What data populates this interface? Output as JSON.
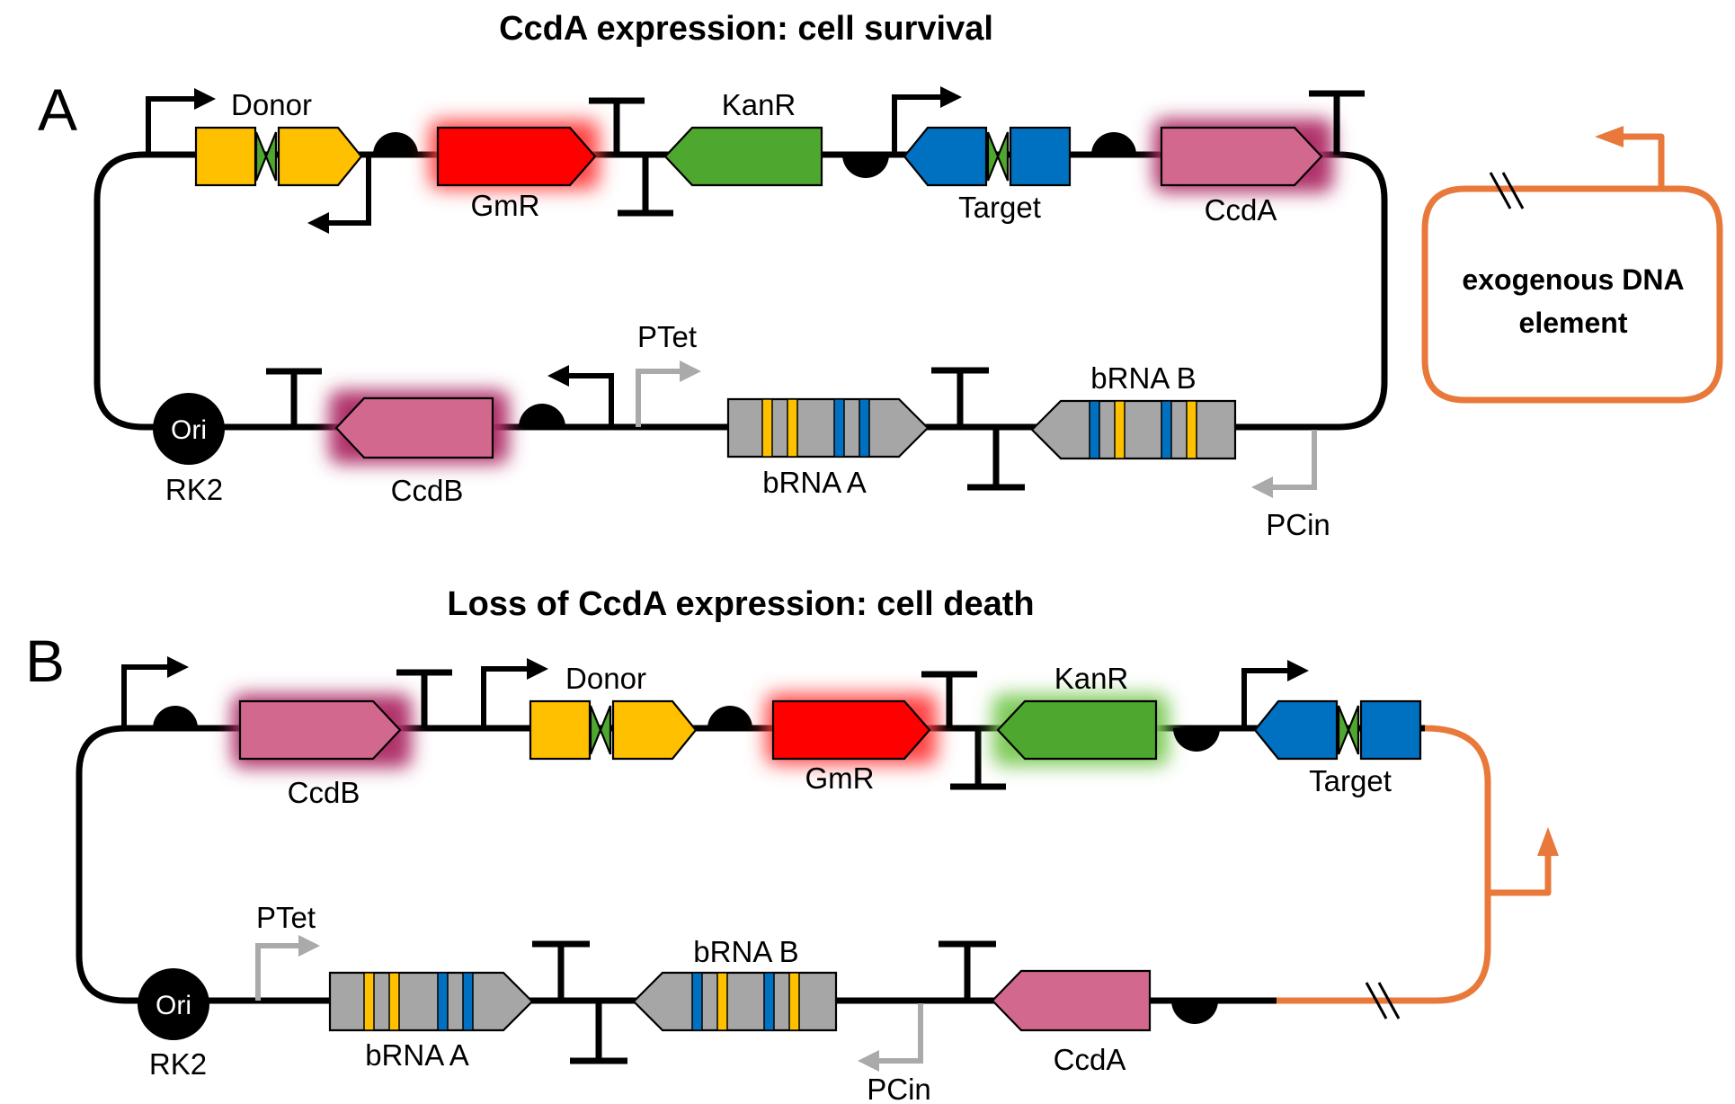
{
  "panel_a": {
    "letter": "A",
    "title": "CcdA expression: cell survival",
    "labels": {
      "donor": "Donor",
      "gmr": "GmR",
      "kanr": "KanR",
      "target": "Target",
      "ccda": "CcdA",
      "ori": "Ori",
      "rk2": "RK2",
      "ccdb": "CcdB",
      "ptet": "PTet",
      "brna_a": "bRNA A",
      "brna_b": "bRNA B",
      "pcin": "PCin"
    },
    "exogenous_element": [
      "exogenous DNA",
      "element"
    ]
  },
  "panel_b": {
    "letter": "B",
    "title": "Loss of CcdA expression: cell death",
    "labels": {
      "ccdb": "CcdB",
      "donor": "Donor",
      "gmr": "GmR",
      "kanr": "KanR",
      "target": "Target",
      "ori": "Ori",
      "rk2": "RK2",
      "ptet": "PTet",
      "brna_a": "bRNA A",
      "brna_b": "bRNA B",
      "pcin": "PCin",
      "ccda": "CcdA"
    }
  },
  "colors": {
    "donor": "#FFC000",
    "recombination_site": "#4EA72E",
    "gmr": "#FF0000",
    "kanr": "#4EA72E",
    "target": "#0070C0",
    "ccda": "#D3688E",
    "ccdb": "#D3688E",
    "brna": "#A6A6A6",
    "brna_stripe_yellow": "#FFC000",
    "brna_stripe_blue": "#0070C0",
    "exogenous_dna": "#E8793A",
    "inactive_promoter": "#A6A6A6",
    "glow_red": "#FF4040",
    "glow_pink": "#B0306A",
    "glow_green": "#7FCB5A"
  },
  "icons": [
    "promoter-arrow-icon",
    "terminator-icon",
    "rbs-icon",
    "origin-of-replication-icon",
    "break-mark-icon"
  ]
}
